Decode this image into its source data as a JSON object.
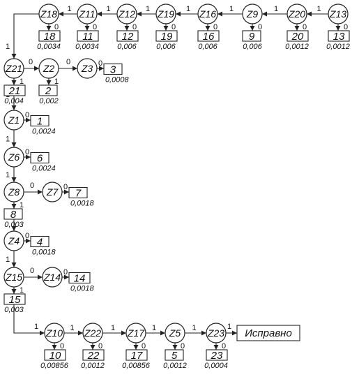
{
  "nodes": [
    {
      "id": "z13",
      "label": "Z13",
      "box": "13",
      "prob": "0,0012"
    },
    {
      "id": "z20",
      "label": "Z20",
      "box": "20",
      "prob": "0,0012"
    },
    {
      "id": "z9",
      "label": "Z9",
      "box": "9",
      "prob": "0,006"
    },
    {
      "id": "z16",
      "label": "Z16",
      "box": "16",
      "prob": "0,006"
    },
    {
      "id": "z19",
      "label": "Z19",
      "box": "19",
      "prob": "0,006"
    },
    {
      "id": "z12",
      "label": "Z12",
      "box": "12",
      "prob": "0,006"
    },
    {
      "id": "z11",
      "label": "Z11",
      "box": "11",
      "prob": "0,0034"
    },
    {
      "id": "z18",
      "label": "Z18",
      "box": "18",
      "prob": "0,0034"
    },
    {
      "id": "z21",
      "label": "Z21",
      "box": "21",
      "prob": "0,004"
    },
    {
      "id": "z2",
      "label": "Z2",
      "box": "2",
      "prob": "0,002"
    },
    {
      "id": "z3",
      "label": "Z3",
      "box": "3",
      "prob": "0,0008"
    },
    {
      "id": "z1",
      "label": "Z1",
      "box": "1",
      "prob": "0,0024"
    },
    {
      "id": "z6",
      "label": "Z6",
      "box": "6",
      "prob": "0,0024"
    },
    {
      "id": "z8",
      "label": "Z8",
      "box": "8",
      "prob": "0,003"
    },
    {
      "id": "z7",
      "label": "Z7",
      "box": "7",
      "prob": "0,0018"
    },
    {
      "id": "z4",
      "label": "Z4",
      "box": "4",
      "prob": "0,0018"
    },
    {
      "id": "z15",
      "label": "Z15",
      "box": "15",
      "prob": "0,003"
    },
    {
      "id": "z14",
      "label": "Z14",
      "box": "14",
      "prob": "0,0018"
    },
    {
      "id": "z10",
      "label": "Z10",
      "box": "10",
      "prob": "0,00856"
    },
    {
      "id": "z22",
      "label": "Z22",
      "box": "22",
      "prob": "0,0012"
    },
    {
      "id": "z17",
      "label": "Z17",
      "box": "17",
      "prob": "0,00856"
    },
    {
      "id": "z5",
      "label": "Z5",
      "box": "5",
      "prob": "0,0012"
    },
    {
      "id": "z23",
      "label": "Z23",
      "box": "23",
      "prob": "0,0004"
    }
  ],
  "final_label": "Исправно",
  "branch_one": "1",
  "branch_zero": "0"
}
